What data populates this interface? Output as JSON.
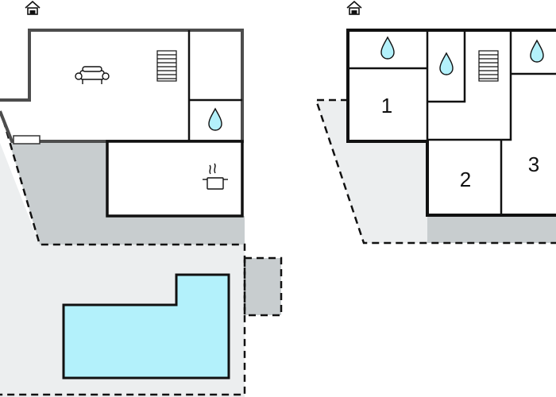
{
  "colors": {
    "background": "#ffffff",
    "wall": "#111111",
    "wall_ground_floor": "#4d4d4d",
    "terrace": "#c8cdcf",
    "garden": "#eceeef",
    "pool": "#b3f1fb",
    "water_drop": "#b3f1fb",
    "dashed_outline": "#111111"
  },
  "icons": {
    "ground_floor_entrance": "house-entrance-icon",
    "upper_floor_entrance": "house-entrance-icon",
    "sofa": "sofa-icon",
    "stairs": "stairs-icon",
    "bathroom": "water-drop-icon",
    "kitchen": "cooking-pot-icon"
  },
  "rooms": [
    {
      "label": "1"
    },
    {
      "label": "2"
    },
    {
      "label": "3"
    }
  ]
}
